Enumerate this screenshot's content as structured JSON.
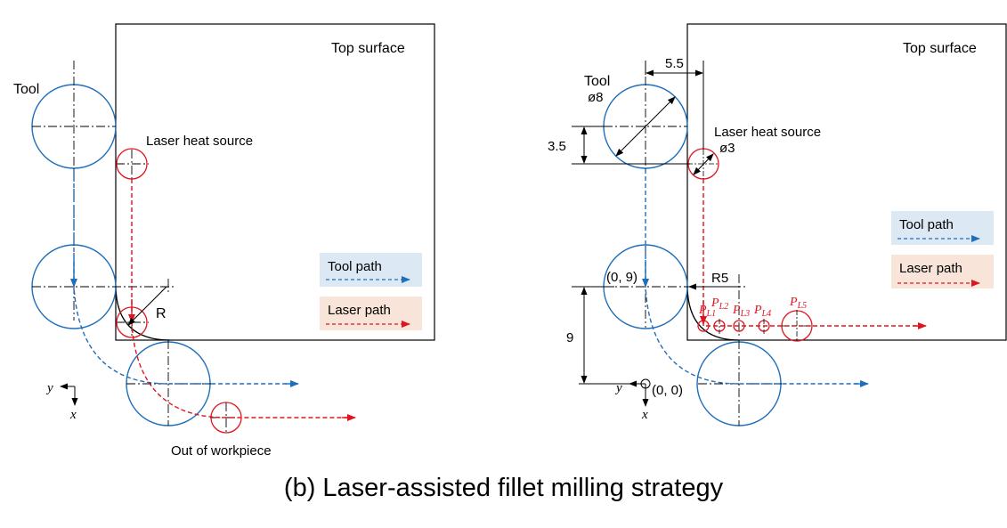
{
  "colors": {
    "tool_blue": "#1f6fba",
    "laser_red": "#e0141e",
    "legend_tool_bg": "#dce8f4",
    "legend_laser_bg": "#f8e4d8",
    "outline": "#000000"
  },
  "left_panel": {
    "top_surface": "Top surface",
    "tool": "Tool",
    "laser_heat_source": "Laser heat source",
    "radius": "R",
    "out_of_workpiece": "Out of workpiece",
    "legend_tool_path": "Tool path",
    "legend_laser_path": "Laser path",
    "axis_y": "y",
    "axis_x": "x"
  },
  "right_panel": {
    "top_surface": "Top surface",
    "tool": "Tool",
    "tool_diameter": "ø8",
    "laser_heat_source": "Laser heat source",
    "laser_diameter": "ø3",
    "dim_5_5": "5.5",
    "dim_3_5": "3.5",
    "dim_9": "9",
    "radius": "R5",
    "coord_0_9": "(0, 9)",
    "coord_0_0": "(0, 0)",
    "legend_tool_path": "Tool path",
    "legend_laser_path": "Laser path",
    "axis_y": "y",
    "axis_x": "x",
    "points": [
      {
        "base": "P",
        "sub": "L1"
      },
      {
        "base": "P",
        "sub": "L2"
      },
      {
        "base": "P",
        "sub": "L3"
      },
      {
        "base": "P",
        "sub": "L4"
      },
      {
        "base": "P",
        "sub": "L5"
      }
    ]
  },
  "caption": "(b) Laser-assisted fillet milling strategy"
}
